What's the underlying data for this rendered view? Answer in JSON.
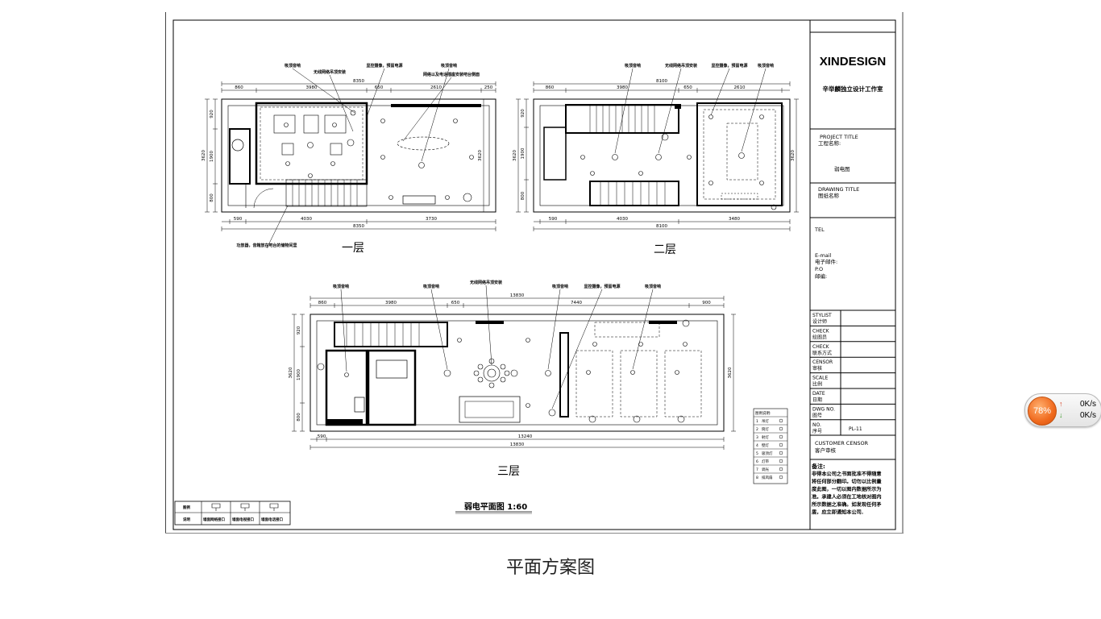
{
  "drawing": {
    "brand": "XINDESIGN",
    "studio": "辛举麟独立设计工作室",
    "title_block": {
      "project_title_en": "PROJECT TITLE",
      "project_title_cn": "工程名称:",
      "project_name": "弱电图",
      "drawing_title_en": "DRAWING TITLE",
      "drawing_title_cn": "图纸名称",
      "tel": "TEL",
      "email_en": "E-mail",
      "email_cn": "电子邮件:",
      "po_en": "P.O",
      "po_cn": "邮编:",
      "rows": [
        {
          "en": "STYLIST",
          "cn": "设计师",
          "value": ""
        },
        {
          "en": "CHECK",
          "cn": "绘图员",
          "value": ""
        },
        {
          "en": "CHECK",
          "cn": "联系方式",
          "value": ""
        },
        {
          "en": "CENSOR",
          "cn": "审核",
          "value": ""
        },
        {
          "en": "SCALE",
          "cn": "比例",
          "value": ""
        },
        {
          "en": "DATE",
          "cn": "日期",
          "value": ""
        },
        {
          "en": "DWG NO.",
          "cn": "图号",
          "value": ""
        },
        {
          "en": "NO.",
          "cn": "序号",
          "value": "PL-11"
        }
      ],
      "customer_en": "CUSTOMER  CENSOR",
      "customer_cn": "客户审核",
      "notes_title": "备注:",
      "notes_lines": [
        "非得本公司之书面批准不得随意",
        "将任何部分翻印。切勿以比例量",
        "度此图，一切以图内数据所示为",
        "准。承建人必须在工地核对图内",
        "所示数据之准确。如发现任何矛",
        "盾，应立即通知本公司."
      ]
    },
    "plan_title": "弱电平面图 1:60",
    "floors": {
      "f1": "一层",
      "f2": "二层",
      "f3": "三层"
    },
    "dims": {
      "f1_top": [
        "860",
        "3980",
        "650",
        "2610",
        "250"
      ],
      "f1_total_top": "8350",
      "f1_bottom": [
        "590",
        "4030",
        "3730"
      ],
      "f1_total_bottom": "8350",
      "f1_left": [
        "920",
        "1900",
        "800"
      ],
      "f1_left_total": "3620",
      "f1_right_total": "3620",
      "f2_top": [
        "860",
        "3980",
        "650",
        "2610"
      ],
      "f2_total_top": "8100",
      "f2_bottom": [
        "590",
        "4030",
        "3480"
      ],
      "f2_total_bottom": "8100",
      "f2_left": [
        "920",
        "1900",
        "800"
      ],
      "f2_left_total": "3620",
      "f2_right_total": "3620",
      "f3_top": [
        "860",
        "3980",
        "650",
        "7440",
        "900"
      ],
      "f3_total_top": "13830",
      "f3_bottom": [
        "590",
        "13240"
      ],
      "f3_total_bottom": "13830",
      "f3_left": [
        "920",
        "1900",
        "800"
      ],
      "f3_left_total": "3620",
      "f3_right_total": "3620"
    },
    "callouts": {
      "c1": "吸顶音响",
      "c2": "无线网络吊顶安装",
      "c3": "显控摄像，预留电源",
      "c4": "吸顶音响",
      "c5": "网络以及电话插座安装吧台侧面",
      "c6": "功放器，音箱放在吧台的储物间里",
      "c7": "吸顶音响",
      "c8": "无线网络吊顶安装",
      "c9": "显控摄像，预留电源",
      "c10": "吸顶音响",
      "c11": "吸顶音响",
      "c12": "吸顶音响",
      "c13": "无线网络吊顶安装",
      "c14": "吸顶音响",
      "c15": "显控摄像，预留电源",
      "c16": "吸顶音响"
    },
    "legend_label": "图例说明:",
    "legend_items": [
      "吊灯",
      "筒灯",
      "射灯",
      "壁灯",
      "吸顶灯",
      "灯带",
      "调光",
      "排风扇"
    ],
    "socket_table": {
      "row1": "图例",
      "row2": "说明",
      "items": [
        "墙面网络接口",
        "墙面电视接口",
        "墙面电话接口"
      ]
    }
  },
  "caption": "平面方案图",
  "speed_widget": {
    "percent": "78%",
    "upload": "0K/s",
    "download": "0K/s"
  }
}
